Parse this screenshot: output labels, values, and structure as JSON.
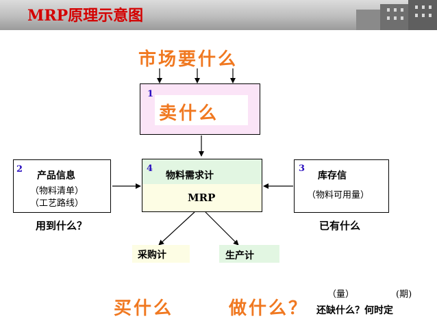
{
  "title": "MRP原理示意图",
  "market_question": "市场要什么",
  "box1": {
    "number": "1",
    "text": "卖什么"
  },
  "box2": {
    "number": "2",
    "title": "产品信息",
    "line1": "（物料清单）",
    "line2": "（工艺路线）"
  },
  "box3": {
    "number": "3",
    "title": "库存信",
    "line1": "（物料可用量）"
  },
  "box4": {
    "number": "4",
    "title": "物料需求计",
    "subtitle": "MRP"
  },
  "used_label": "用到什么？",
  "have_label": "已有什么",
  "purchase_plan": "采购计",
  "production_plan": "生产计",
  "buy_question": "买什么",
  "make_question": "做什么？",
  "quantity_label": "（量）",
  "period_label": "(期)",
  "lack_when": "还缺什么？何时定",
  "colors": {
    "title": "#d40000",
    "orange_text": "#f07820",
    "box1_fill": "#fbe4f7",
    "box4_fill": "#e2f6e2",
    "box4_fill_lower": "#fdfde4",
    "number_color": "#2a0fbf"
  }
}
